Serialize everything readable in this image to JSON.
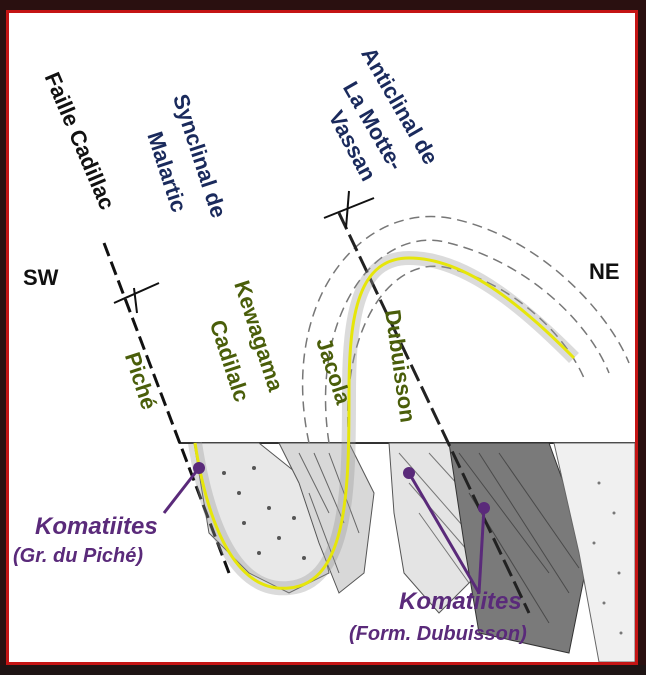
{
  "labels": {
    "faille": "Faille Cadillac",
    "syncl_1": "Synclinal de",
    "syncl_2": "Malartic",
    "anti_1": "Anticlinal de",
    "anti_2": "La Motte-",
    "anti_3": "Vassan",
    "sw": "SW",
    "ne": "NE",
    "kewagama_1": "Kewagama",
    "kewagama_2": "Cadilalc",
    "piche": "Piché",
    "jacola": "Jacola",
    "dubuisson": "Dubuisson",
    "komatiites_left": "Komatiites",
    "komatiites_left_sub": "(Gr. du Piché)",
    "komatiites_right": "Komatiites",
    "komatiites_right_sub": "(Form. Dubuisson)"
  },
  "colors": {
    "frame_border": "#c41414",
    "navy_text": "#1a2a5c",
    "green_text": "#4a5e0a",
    "purple_text": "#5a2a7a",
    "fold_line": "#e6e60a"
  }
}
